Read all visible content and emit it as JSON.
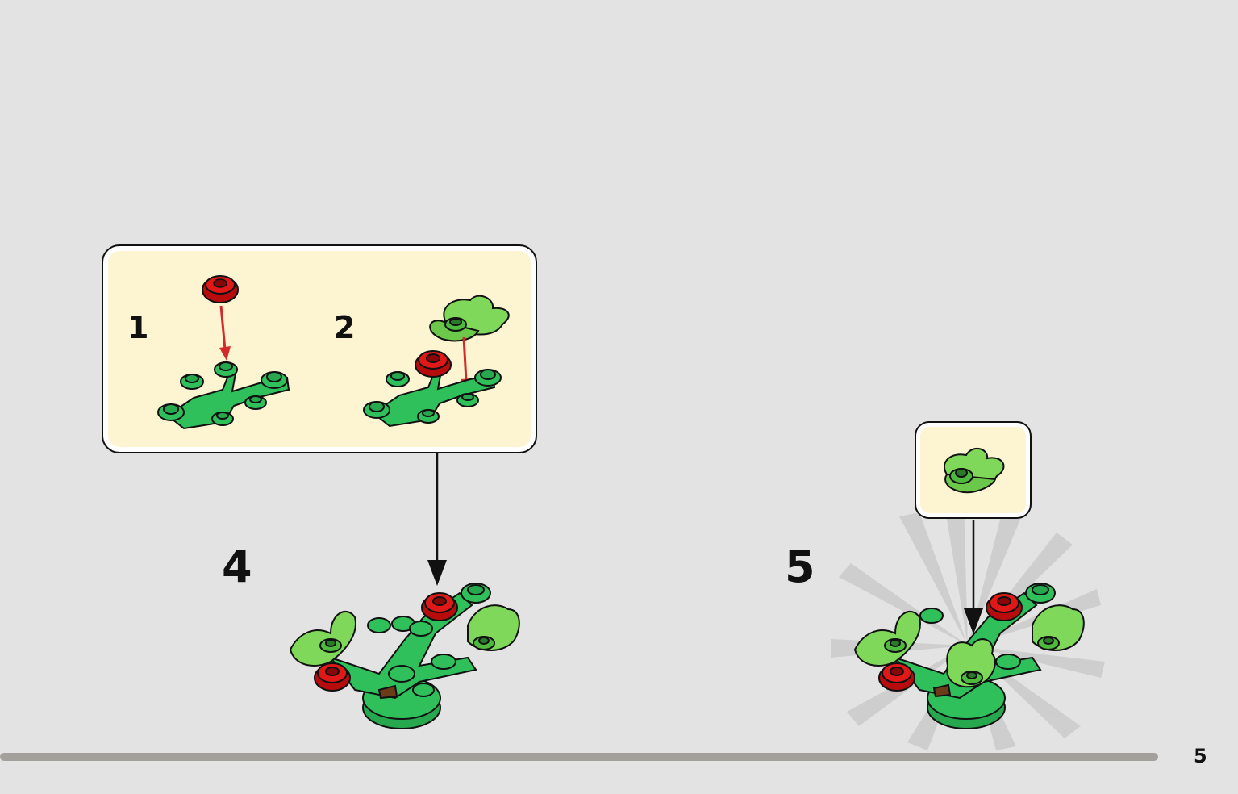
{
  "instructions": {
    "callout_main": {
      "substeps": [
        {
          "number": "1",
          "icon": "stem-plate-with-red-stud-icon"
        },
        {
          "number": "2",
          "icon": "stem-plate-with-leaf-icon"
        }
      ]
    },
    "steps": [
      {
        "number": "4",
        "icon": "bush-assembly-icon"
      },
      {
        "number": "5",
        "icon": "bush-assembly-with-leaf-icon"
      }
    ],
    "callout_part": {
      "icon": "leaf-piece-icon"
    }
  },
  "footer": {
    "page_number": "5",
    "progress": 0.94
  },
  "colors": {
    "background": "#e3e3e3",
    "callout_fill": "#fdf4d2",
    "brick_green": "#2fbf5b",
    "leaf_green": "#7fd85a",
    "flower_red": "#d31010",
    "arrow_red": "#d22a2a"
  }
}
